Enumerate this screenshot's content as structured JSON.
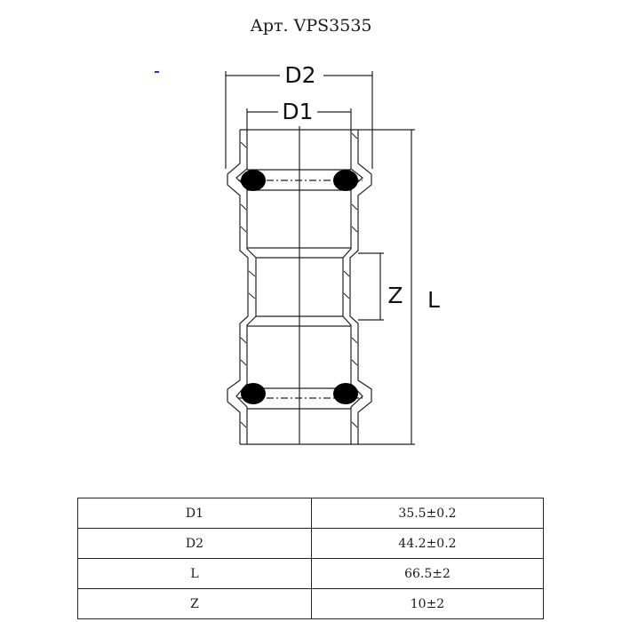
{
  "header": {
    "title": "Арт. VPS3535"
  },
  "drawing": {
    "labels": {
      "d2": "D2",
      "d1": "D1",
      "z": "Z",
      "l": "L"
    },
    "line_color": "#222222",
    "seal_color": "#000000"
  },
  "spec_table": {
    "rows": [
      {
        "param": "D1",
        "value": "35.5±0.2"
      },
      {
        "param": "D2",
        "value": "44.2±0.2"
      },
      {
        "param": "L",
        "value": "66.5±2"
      },
      {
        "param": "Z",
        "value": "10±2"
      }
    ]
  }
}
